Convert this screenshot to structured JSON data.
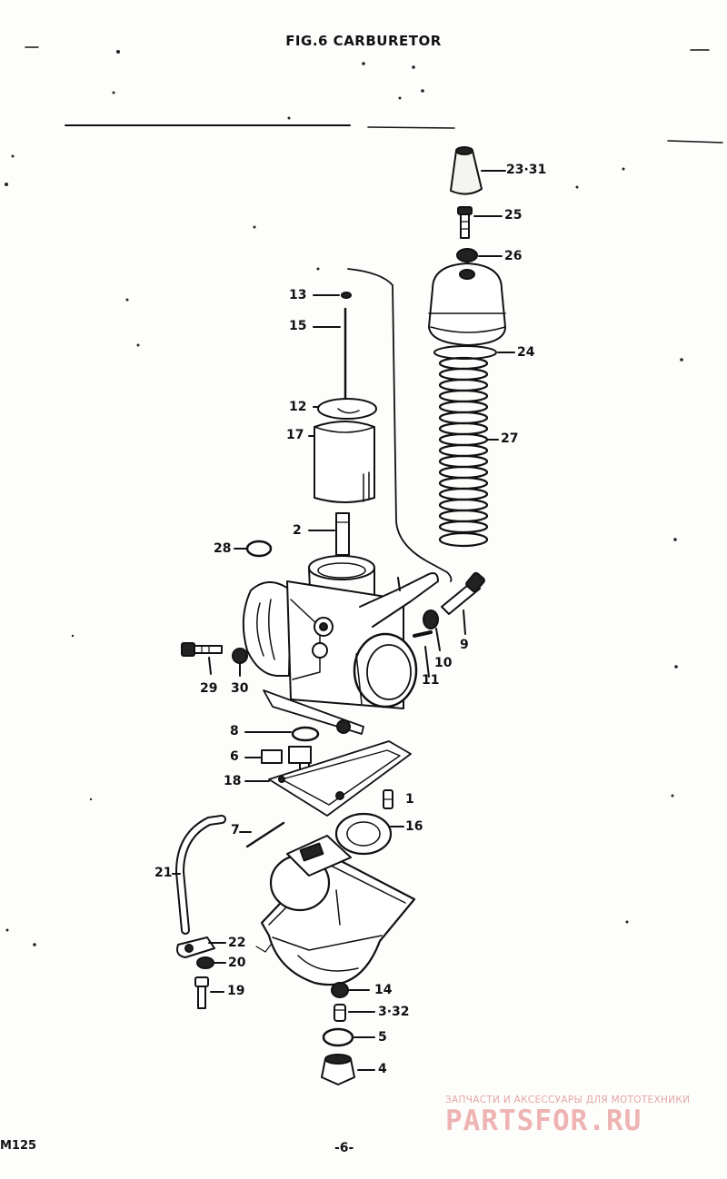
{
  "title": "FIG.6 CARBURETOR",
  "footer": {
    "model": "M125",
    "page": "-6-"
  },
  "watermark": {
    "tagline": "ЗАПЧАСТИ И АКСЕССУАРЫ ДЛЯ МОТОТЕХНИКИ",
    "brand": "PARTSFOR.RU"
  },
  "callouts": {
    "c23": "23·31",
    "c25": "25",
    "c26": "26",
    "c24": "24",
    "c27": "27",
    "c13": "13",
    "c15": "15",
    "c12": "12",
    "c17": "17",
    "c2": "2",
    "c28": "28",
    "c9": "9",
    "c10": "10",
    "c11": "11",
    "c29": "29",
    "c30": "30",
    "c8": "8",
    "c6": "6",
    "c18": "18",
    "c1": "1",
    "c16": "16",
    "c7": "7",
    "c21": "21",
    "c22": "22",
    "c20": "20",
    "c19": "19",
    "c14": "14",
    "c3": "3·32",
    "c5": "5",
    "c4": "4"
  }
}
